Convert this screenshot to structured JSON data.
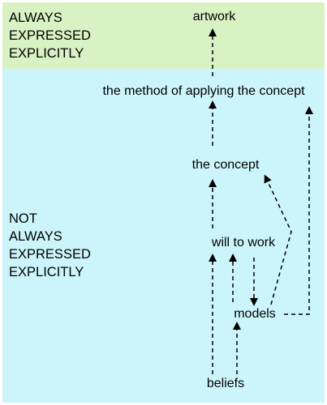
{
  "zones": {
    "explicit_label": "ALWAYS\nEXPRESSED\nEXPLICITLY",
    "implicit_label": "NOT\nALWAYS\nEXPRESSED\nEXPLICITLY"
  },
  "nodes": {
    "artwork": "artwork",
    "method": "the method of applying the concept",
    "concept": "the concept",
    "will": "will to work",
    "models": "models",
    "beliefs": "beliefs"
  },
  "colors": {
    "explicit_band": "#d9f2c4",
    "implicit_band": "#ccf5fb",
    "arrow": "#000000"
  }
}
